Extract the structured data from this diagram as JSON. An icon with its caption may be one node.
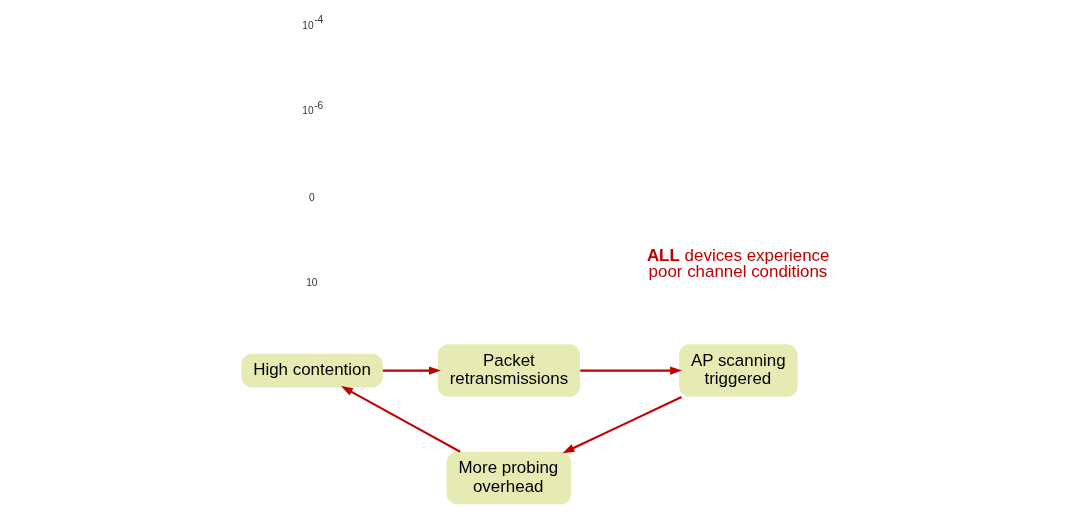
{
  "diagram": {
    "nodes": [
      {
        "text": [
          "Packet retransmissions"
        ]
      },
      {
        "text": [
          "High contention"
        ]
      },
      {
        "text": [
          "AP scanning triggered"
        ]
      },
      {
        "text": [
          "More probing overhead"
        ]
      }
    ],
    "edges": [
      {
        "from": 0,
        "to": 2,
        "arrow": "to"
      },
      {
        "from": 2,
        "to": 3,
        "arrow": "to"
      },
      {
        "from": 3,
        "to": 1,
        "arrow": "to"
      },
      {
        "from": 1,
        "to": 0,
        "arrow": "to"
      }
    ],
    "labels": [
      "10",
      "0",
      "10$^{-6}$",
      "10$^{-4}$",
      "**ALL** devices experience poor channel conditions"
    ]
  }
}
